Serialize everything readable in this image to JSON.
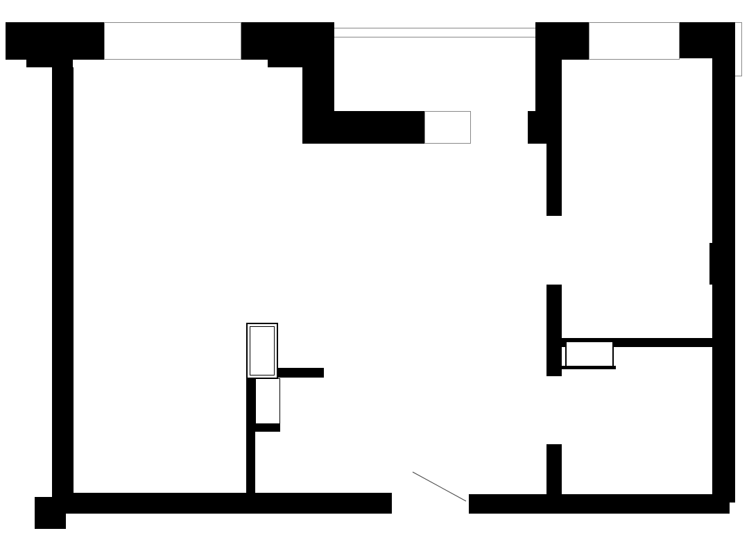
{
  "plan": {
    "title": "",
    "rooms": [
      "left-room",
      "corridor",
      "right-upper-room",
      "right-lower-room"
    ]
  },
  "colors": {
    "wall": "#000000",
    "window": "#ffffff",
    "line": "#888888"
  }
}
